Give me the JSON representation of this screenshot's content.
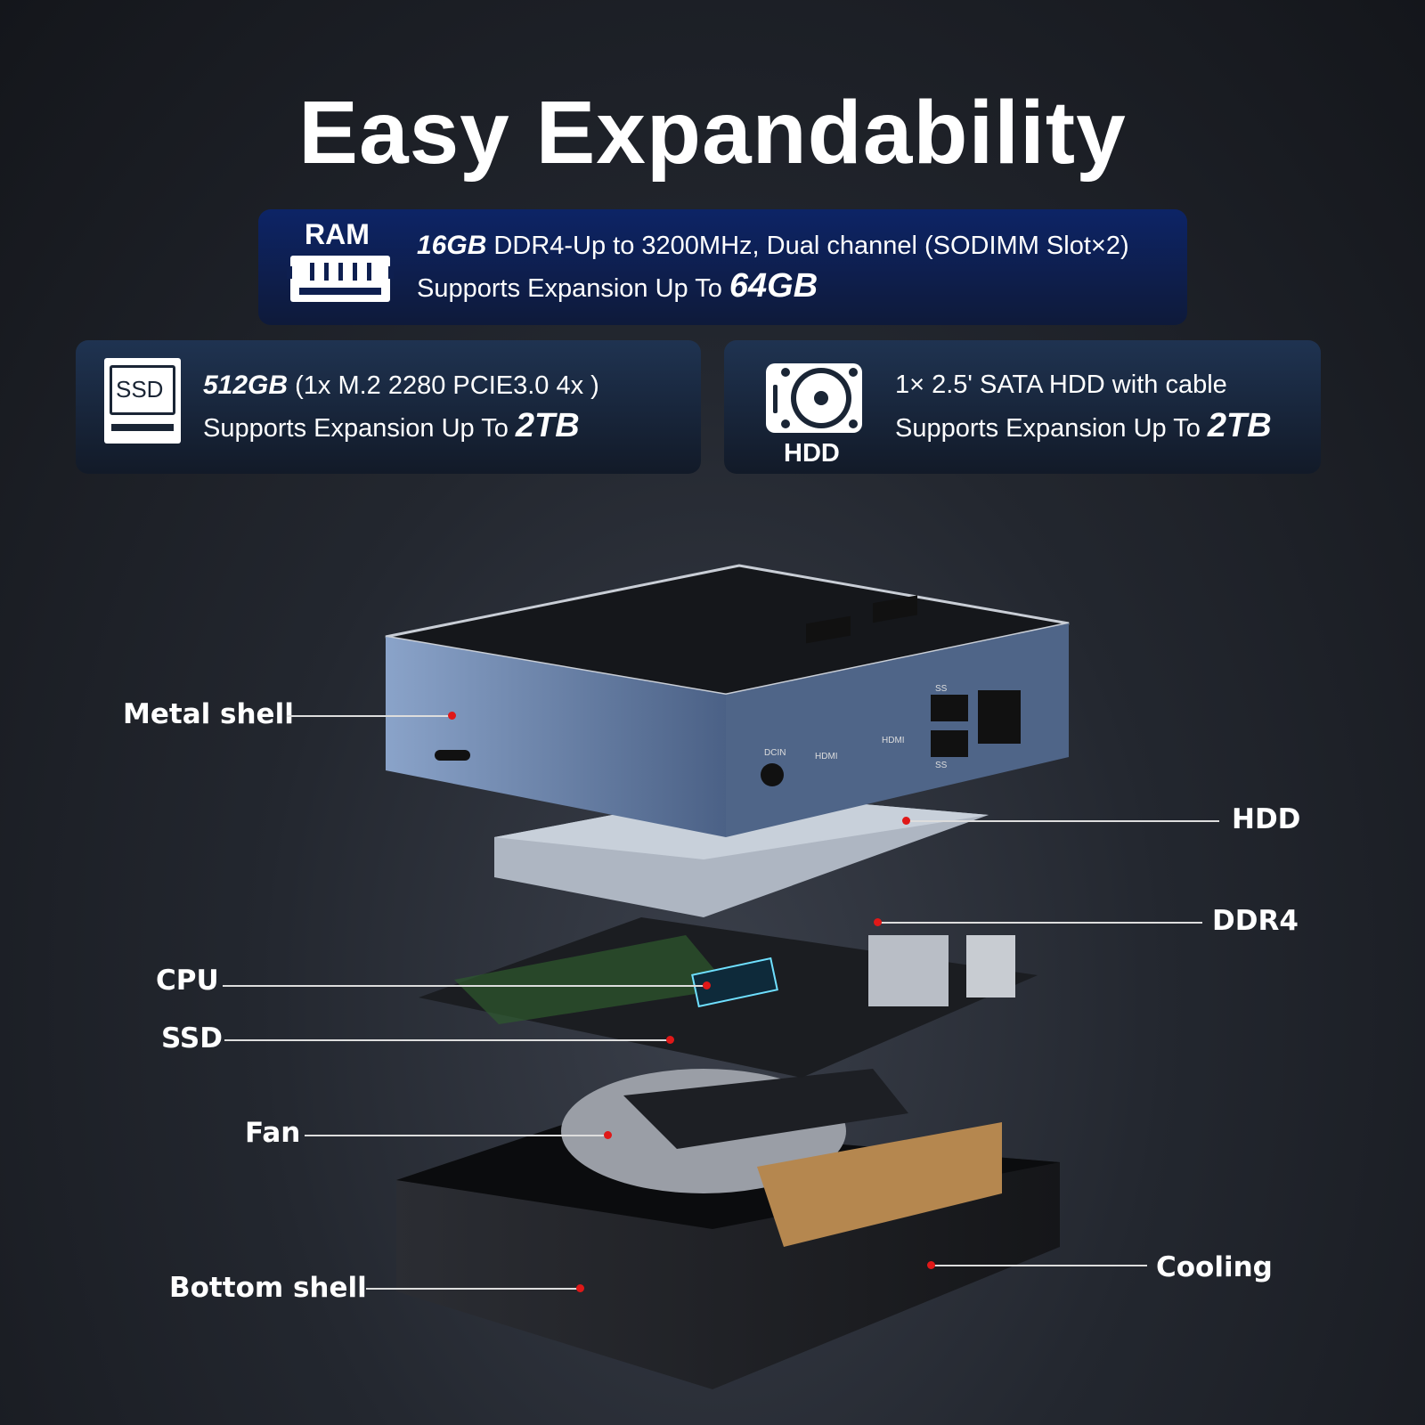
{
  "title": "Easy Expandability",
  "ram": {
    "icon_label": "RAM",
    "line1_bold": "16GB",
    "line1": " DDR4-Up to 3200MHz, Dual channel (SODIMM Slot×2)",
    "line2": "Supports Expansion Up To ",
    "line2_bold": "64GB"
  },
  "ssd": {
    "icon_label": "SSD",
    "line1_bold": "512GB",
    "line1": " (1x M.2 2280 PCIE3.0 4x )",
    "line2": "Supports Expansion Up To ",
    "line2_bold": "2TB"
  },
  "hdd": {
    "icon_label": "HDD",
    "line1": "1× 2.5' SATA HDD with cable",
    "line2": "Supports Expansion Up To ",
    "line2_bold": "2TB"
  },
  "device": {
    "ports": [
      "DCIN",
      "HDMI",
      "HDMI",
      "SS",
      "SS"
    ]
  },
  "callouts": {
    "metal_shell": "Metal shell",
    "hdd": "HDD",
    "ddr4": "DDR4",
    "cpu": "CPU",
    "ssd": "SSD",
    "fan": "Fan",
    "bottom_shell": "Bottom shell",
    "cooling": "Cooling"
  }
}
